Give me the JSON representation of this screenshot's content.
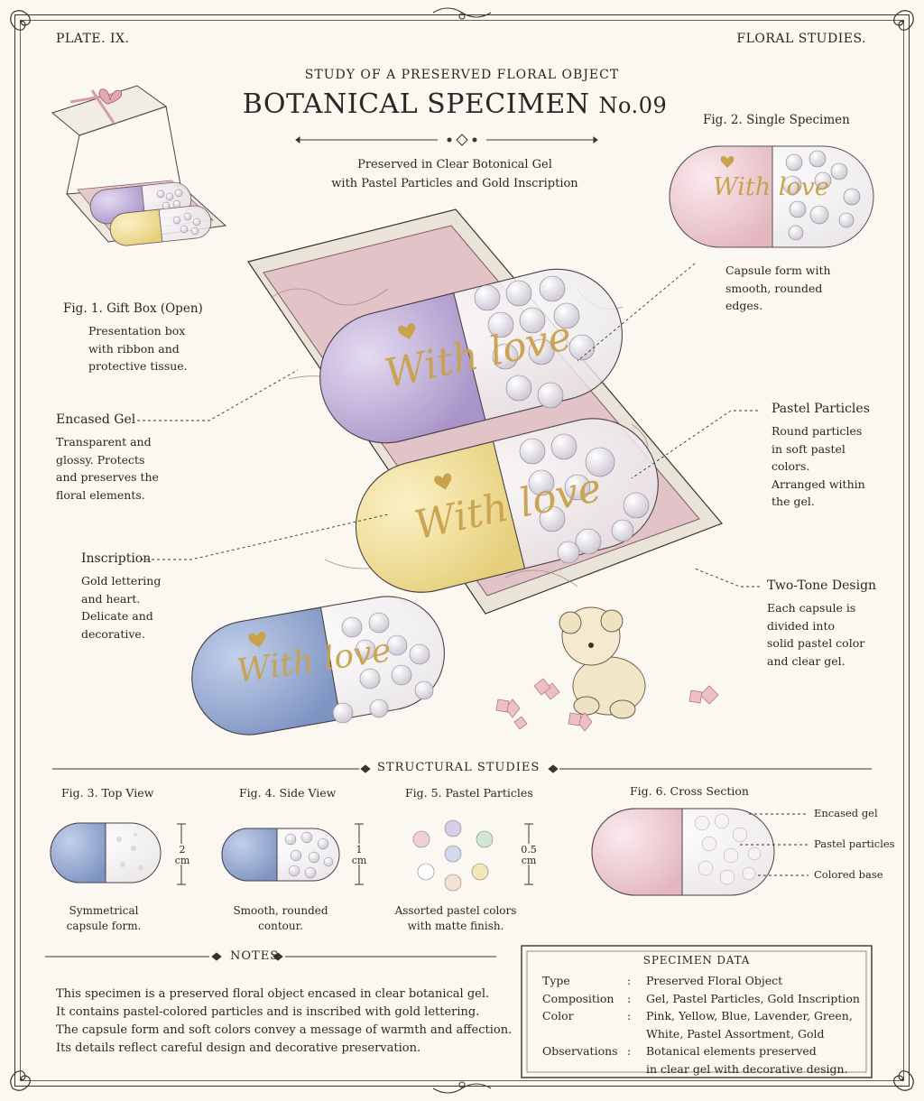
{
  "corner_left": "PLATE. IX.",
  "corner_right": "FLORAL STUDIES.",
  "header": {
    "kicker": "STUDY OF A PRESERVED FLORAL OBJECT",
    "title": "BOTANICAL SPECIMEN",
    "number": "No.09",
    "subtitle_lines": [
      "Preserved in Clear Botonical Gel",
      "with Pastel Particles and Gold Inscription"
    ]
  },
  "inscription_text": "With love",
  "fig1": {
    "title": "Fig. 1. Gift Box (Open)",
    "lines": [
      "Presentation box",
      "with ribbon and",
      "protective tissue."
    ]
  },
  "fig2": {
    "title": "Fig. 2. Single Specimen",
    "lines": [
      "Capsule form with",
      "smooth, rounded",
      "edges."
    ]
  },
  "callouts": {
    "encased_gel": {
      "title": "Encased Gel",
      "lines": [
        "Transparent and",
        "glossy. Protects",
        "and preserves the",
        "floral elements."
      ]
    },
    "inscription": {
      "title": "Inscription",
      "lines": [
        "Gold lettering",
        "and heart.",
        "Delicate and",
        "decorative."
      ]
    },
    "pastel_particles": {
      "title": "Pastel Particles",
      "lines": [
        "Round particles",
        "in soft pastel",
        "colors.",
        "Arranged within",
        "the gel."
      ]
    },
    "two_tone": {
      "title": "Two-Tone Design",
      "lines": [
        "Each capsule is",
        "divided into",
        "solid pastel color",
        "and clear gel."
      ]
    }
  },
  "structural": {
    "heading": "STRUCTURAL STUDIES",
    "fig3": {
      "title": "Fig. 3. Top View",
      "dim_value": "2",
      "dim_unit": "cm",
      "caption": [
        "Symmetrical",
        "capsule form."
      ]
    },
    "fig4": {
      "title": "Fig. 4. Side View",
      "dim_value": "1",
      "dim_unit": "cm",
      "caption": [
        "Smooth, rounded",
        "contour."
      ]
    },
    "fig5": {
      "title": "Fig. 5. Pastel Particles",
      "dim_value": "0.5",
      "dim_unit": "cm",
      "caption": [
        "Assorted pastel colors",
        "with matte finish."
      ]
    },
    "fig6": {
      "title": "Fig. 6. Cross Section",
      "labels": [
        "Encased gel",
        "Pastel particles",
        "Colored base"
      ]
    }
  },
  "notes": {
    "heading": "NOTES",
    "lines": [
      "This specimen is a preserved floral object encased in clear botanical gel.",
      "It contains pastel-colored particles and is inscribed with gold lettering.",
      "The capsule form and soft colors convey a message of warmth and affection.",
      "Its details reflect careful design and decorative preservation."
    ]
  },
  "specimen_data": {
    "heading": "SPECIMEN DATA",
    "rows": [
      {
        "key": "Type",
        "sep": ":",
        "value": [
          "Preserved Floral Object"
        ]
      },
      {
        "key": "Composition",
        "sep": ":",
        "value": [
          "Gel, Pastel Particles, Gold Inscription"
        ]
      },
      {
        "key": "Color",
        "sep": ":",
        "value": [
          "Pink, Yellow, Blue, Lavender, Green,",
          "White, Pastel Assortment, Gold"
        ]
      },
      {
        "key": "Observations",
        "sep": ":",
        "value": [
          "Botanical elements preserved",
          "in clear gel with decorative design."
        ]
      }
    ]
  },
  "colors": {
    "lavender": "#b9a7d6",
    "yellow": "#f1df98",
    "blue": "#8ea4cf",
    "pink": "#eec9cf",
    "gold": "#c9a24e",
    "ink": "#2b2622",
    "paper": "#fbf8f1",
    "tissue": "#dcb7be",
    "box": "#ece6dc"
  }
}
